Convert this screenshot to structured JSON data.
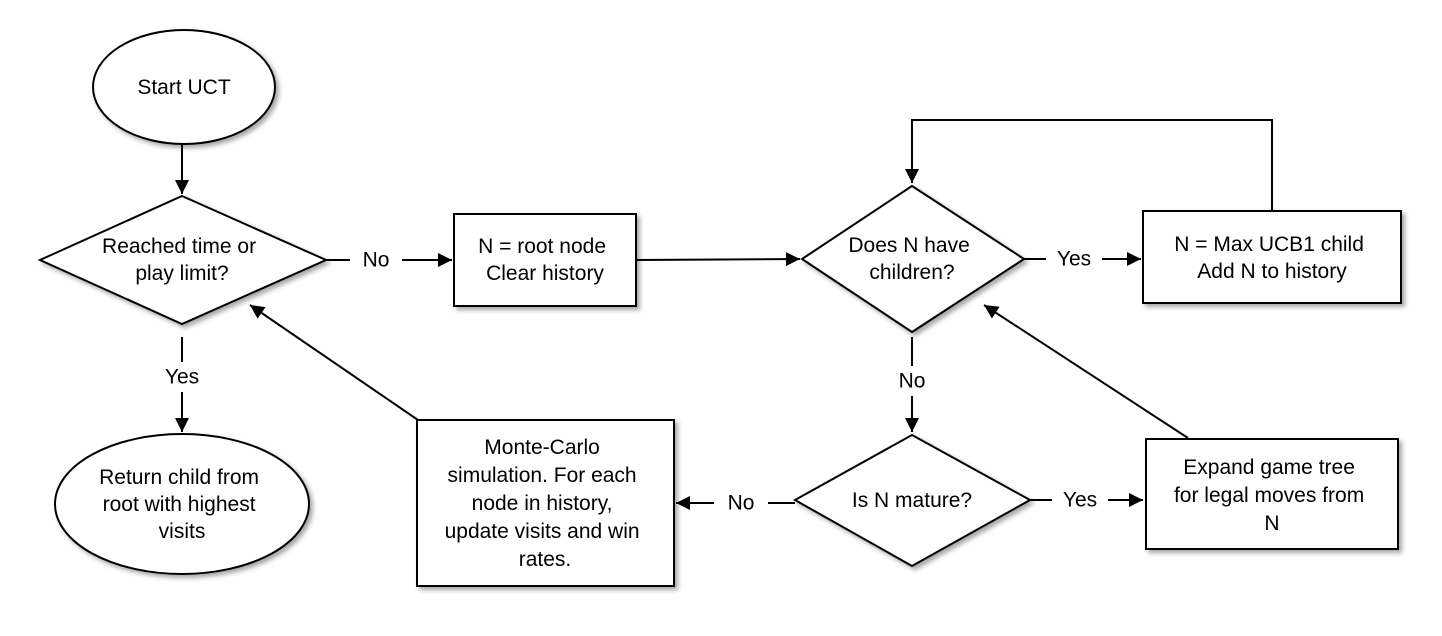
{
  "nodes": {
    "start": {
      "lines": [
        "Start UCT"
      ]
    },
    "limit": {
      "lines": [
        "Reached time or",
        "play limit?"
      ]
    },
    "ret": {
      "lines": [
        "Return child from",
        "root with highest",
        "visits"
      ]
    },
    "root": {
      "lines": [
        "N = root node",
        "Clear history"
      ]
    },
    "children": {
      "lines": [
        "Does N have",
        "children?"
      ]
    },
    "ucb": {
      "lines": [
        "N = Max UCB1 child",
        "Add N to history"
      ]
    },
    "mature": {
      "lines": [
        "Is N mature?"
      ]
    },
    "expand": {
      "lines": [
        "Expand game tree",
        "for legal moves from",
        "N"
      ]
    },
    "simulation": {
      "lines": [
        "Monte-Carlo",
        "simulation. For each",
        "node in history,",
        "update visits and win",
        "rates."
      ]
    }
  },
  "edges": [
    {
      "id": "start-limit",
      "label": ""
    },
    {
      "id": "limit-root",
      "label": "No"
    },
    {
      "id": "limit-ret",
      "label": "Yes"
    },
    {
      "id": "root-children",
      "label": ""
    },
    {
      "id": "children-ucb",
      "label": "Yes"
    },
    {
      "id": "ucb-children",
      "label": ""
    },
    {
      "id": "children-mature",
      "label": "No"
    },
    {
      "id": "mature-expand",
      "label": "Yes"
    },
    {
      "id": "mature-simulation",
      "label": "No"
    },
    {
      "id": "expand-children",
      "label": ""
    },
    {
      "id": "simulation-limit",
      "label": ""
    }
  ]
}
